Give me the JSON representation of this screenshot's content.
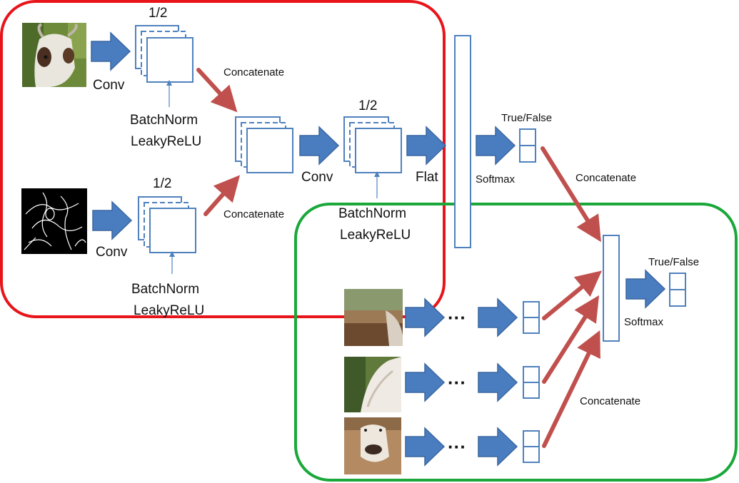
{
  "labels": {
    "half": "1/2",
    "conv": "Conv",
    "batchnorm": "BatchNorm",
    "leakyrelu": "LeakyReLU",
    "concatenate": "Concatenate",
    "flat": "Flat",
    "softmax": "Softmax",
    "true_false": "True/False",
    "ellipsis": "···"
  },
  "images": [
    {
      "name": "goat-photo",
      "depicts": "goat face photo"
    },
    {
      "name": "edge-map",
      "depicts": "edge map of goat"
    },
    {
      "name": "patch-1",
      "depicts": "background patch"
    },
    {
      "name": "patch-2",
      "depicts": "goat fur patch"
    },
    {
      "name": "patch-3",
      "depicts": "goat mouth patch"
    }
  ],
  "colors": {
    "block_arrow": "#4a7dbf",
    "block_arrow_stroke": "#3a66a0",
    "red_arrow": "#c0504d",
    "box_stroke": "#4f81bd",
    "red_region": "#e8141a",
    "green_region": "#1aa83a"
  }
}
